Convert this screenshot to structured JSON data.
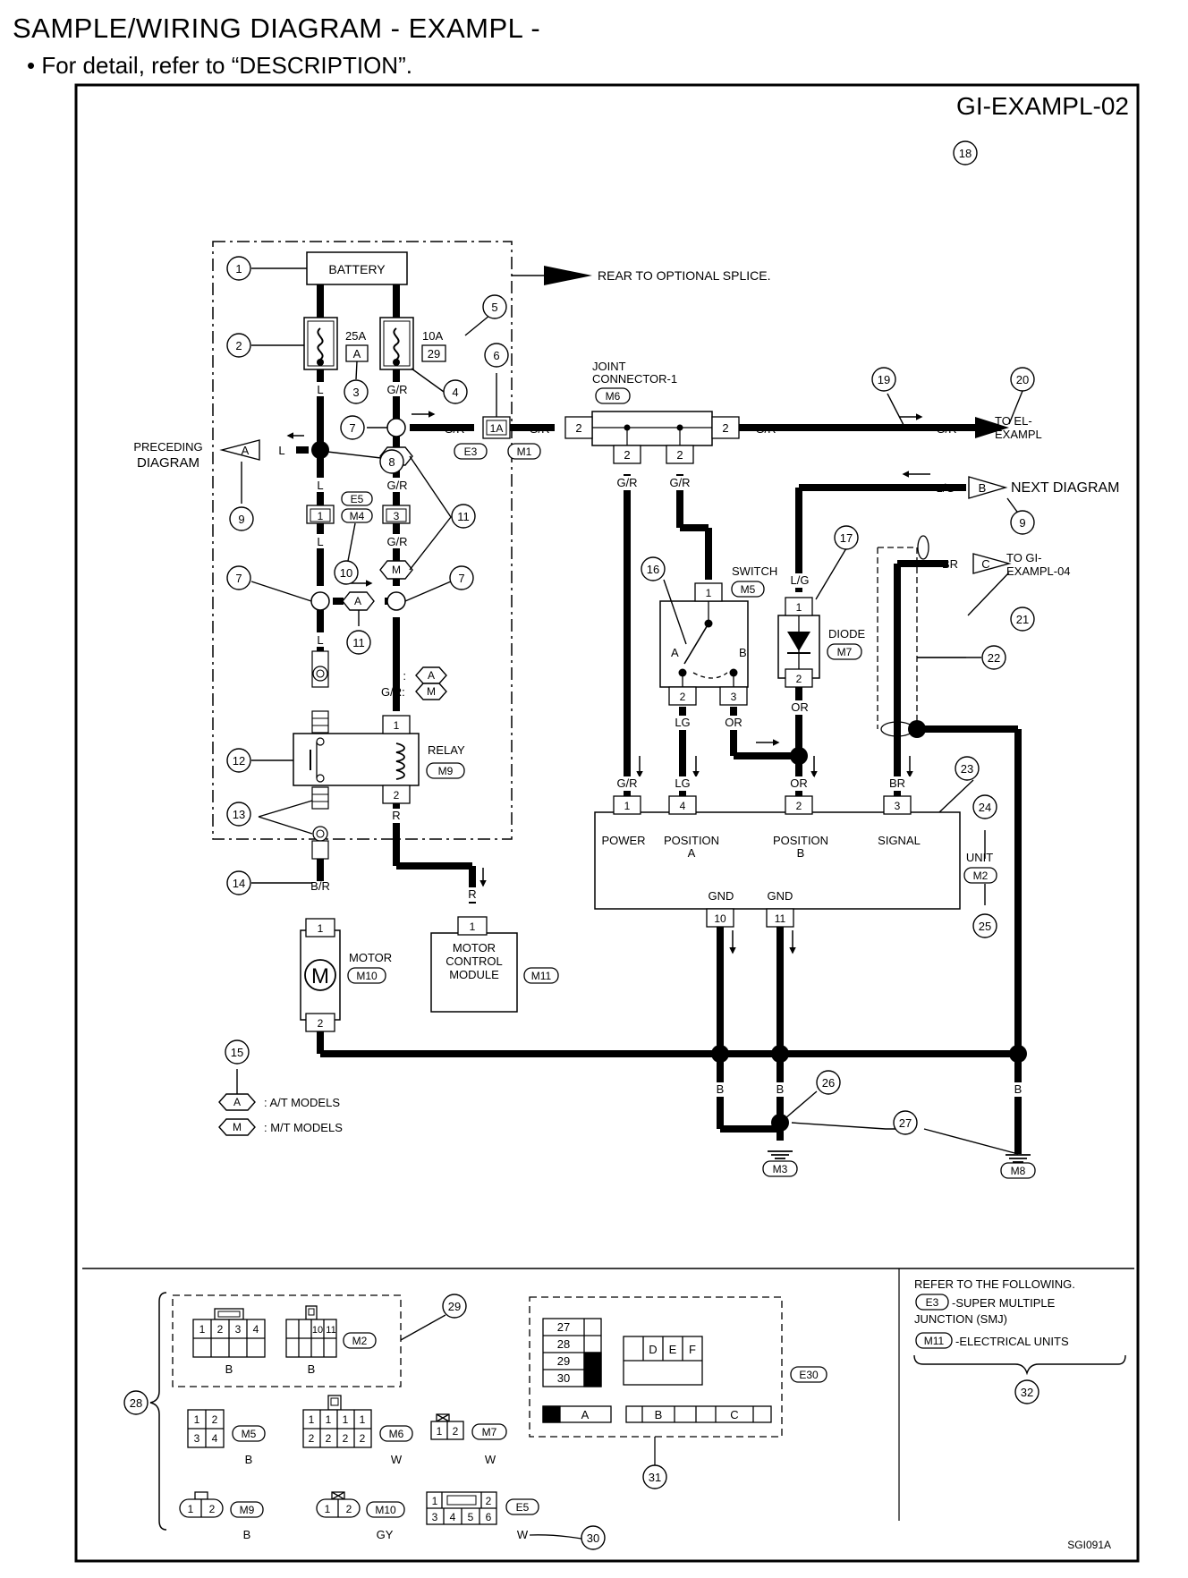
{
  "page": {
    "title": "SAMPLE/WIRING DIAGRAM - EXAMPL -",
    "subtitle": "• For detail, refer to “DESCRIPTION”."
  },
  "diagram": {
    "code": "GI-EXAMPL-02",
    "ref_code": "SGI091A",
    "labels": {
      "battery": "BATTERY",
      "rear_to_splice": "REAR TO OPTIONAL SPLICE.",
      "fuse_25": "25A",
      "fuse_25_tag": "A",
      "fuse_10": "10A",
      "fuse_10_tag": "29",
      "preceding_1": "PRECEDING",
      "preceding_2": "DIAGRAM",
      "joint_1": "JOINT",
      "joint_2": "CONNECTOR-1",
      "to_el_1": "TO EL-",
      "to_el_2": "EXAMPL",
      "next_diagram": "NEXT DIAGRAM",
      "switch": "SWITCH",
      "diode": "DIODE",
      "to_gi_1": "TO GI-",
      "to_gi_2": "EXAMPL-04",
      "relay": "RELAY",
      "motor": "MOTOR",
      "mcm_1": "MOTOR",
      "mcm_2": "CONTROL",
      "mcm_3": "MODULE",
      "power": "POWER",
      "position_a_1": "POSITION",
      "position_a_2": "A",
      "position_b_1": "POSITION",
      "position_b_2": "B",
      "signal": "SIGNAL",
      "unit": "UNIT",
      "gnd": "GND",
      "at_models": ": A/T MODELS",
      "mt_models": ": M/T MODELS",
      "refer_1": "REFER TO THE FOLLOWING.",
      "smj_1": "-SUPER MULTIPLE",
      "smj_2": "JUNCTION (SMJ)",
      "elec_units": "-ELECTRICAL UNITS",
      "sw_a": "A",
      "sw_b": "B",
      "m_letter": "M"
    },
    "tags": {
      "a": "A",
      "b": "B",
      "c": "C",
      "m": "M",
      "e3": "E3",
      "e5": "E5",
      "m1": "M1",
      "m2": "M2",
      "m3": "M3",
      "m4": "M4",
      "m5": "M5",
      "m6": "M6",
      "m7": "M7",
      "m8": "M8",
      "m9": "M9",
      "m10": "M10",
      "m11": "M11",
      "e30": "E30"
    },
    "wires": {
      "l": "L",
      "gr": "G/R",
      "lg": "LG",
      "lslg": "L/G",
      "or": "OR",
      "br": "BR",
      "r": "R",
      "br_r": "B/R",
      "b": "B",
      "l_colon": "L :",
      "gr_colon": "G/R:"
    },
    "pins": {
      "p1": "1",
      "p2": "2",
      "p3": "3",
      "p4": "4",
      "p10": "10",
      "p11": "11",
      "p1a": "1A"
    },
    "callouts": {
      "c1": "1",
      "c2": "2",
      "c3": "3",
      "c4": "4",
      "c5": "5",
      "c6": "6",
      "c7": "7",
      "c8": "8",
      "c9": "9",
      "c10": "10",
      "c11": "11",
      "c12": "12",
      "c13": "13",
      "c14": "14",
      "c15": "15",
      "c16": "16",
      "c17": "17",
      "c18": "18",
      "c19": "19",
      "c20": "20",
      "c21": "21",
      "c22": "22",
      "c23": "23",
      "c24": "24",
      "c25": "25",
      "c26": "26",
      "c27": "27",
      "c28": "28",
      "c29": "29",
      "c30": "30",
      "c31": "31",
      "c32": "32"
    },
    "connector_colors": {
      "b": "B",
      "w": "W",
      "gy": "GY"
    },
    "connector_cells": {
      "m2a": [
        "1",
        "2",
        "3",
        "4"
      ],
      "m2b": [
        "10",
        "11"
      ],
      "m5": [
        "1",
        "2",
        "3",
        "4"
      ],
      "m6_top": [
        "1",
        "1",
        "1",
        "1"
      ],
      "m6_bot": [
        "2",
        "2",
        "2",
        "2"
      ],
      "m7": [
        "1",
        "2"
      ],
      "m9": [
        "1",
        "2"
      ],
      "m10": [
        "1",
        "2"
      ],
      "e5_top": [
        "1",
        "2"
      ],
      "e5_bot": [
        "3",
        "4",
        "5",
        "6"
      ],
      "e30_col": [
        "27",
        "28",
        "29",
        "30"
      ],
      "e30_def": [
        "D",
        "E",
        "F"
      ],
      "e30_a": "A",
      "e30_b": "B",
      "e30_c": "C"
    }
  }
}
